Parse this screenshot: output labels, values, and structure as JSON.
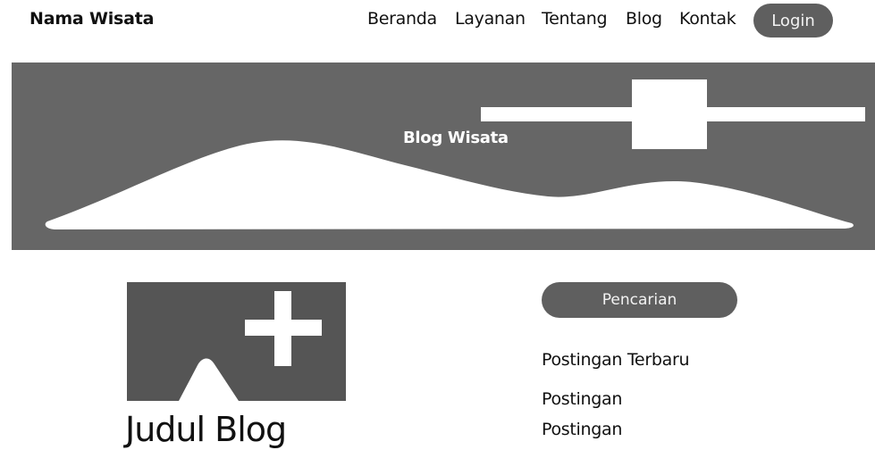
{
  "header": {
    "brand": "Nama Wisata",
    "nav": [
      "Beranda",
      "Layanan",
      "Tentang",
      "Blog",
      "Kontak"
    ],
    "login_label": "Login"
  },
  "hero": {
    "title": "Blog Wisata",
    "image_icon": "image-placeholder-icon",
    "background_color": "#666666"
  },
  "post": {
    "image_icon": "image-add-icon",
    "title": "Judul Blog"
  },
  "sidebar": {
    "search_label": "Pencarian",
    "recent_heading": "Postingan Terbaru",
    "posts": [
      "Postingan",
      "Postingan"
    ]
  },
  "colors": {
    "button": "#5f5f5f",
    "placeholder": "#555555",
    "text": "#111111"
  }
}
